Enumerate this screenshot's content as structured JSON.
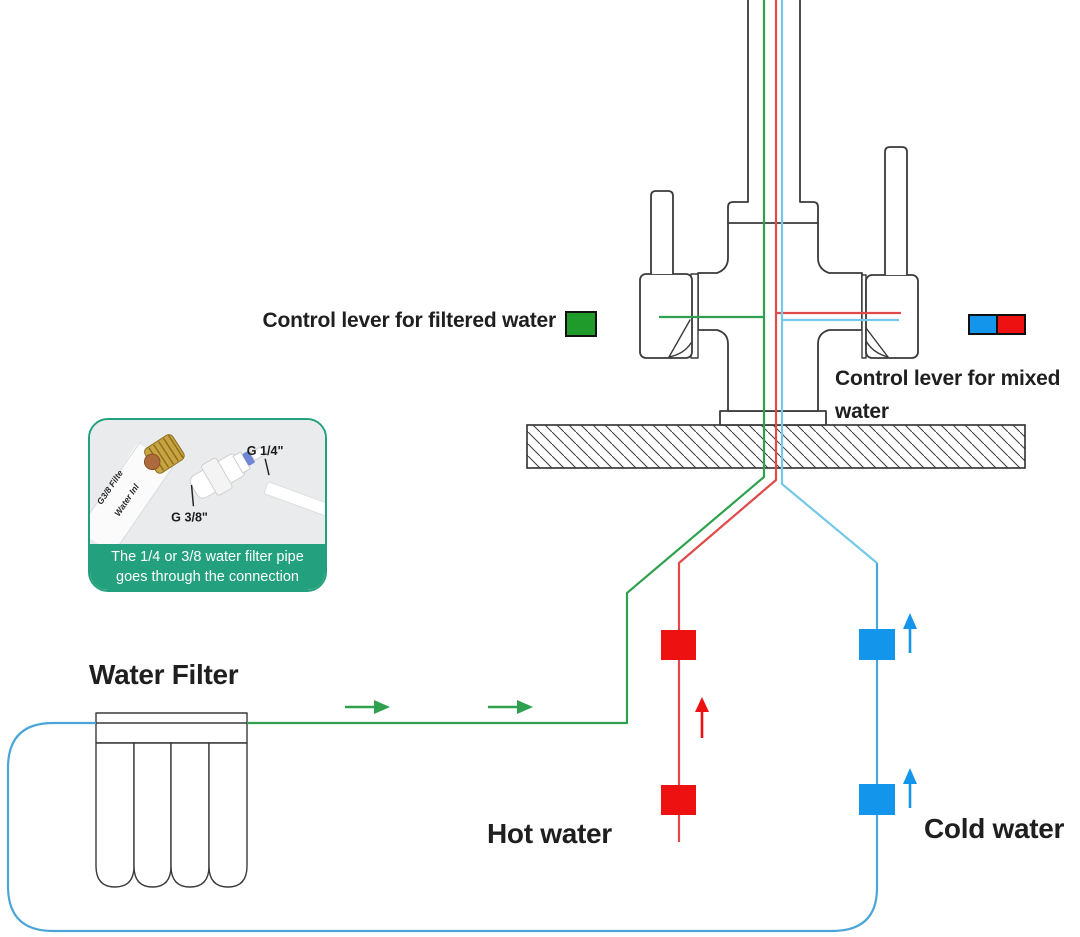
{
  "page": {
    "type": "plumbing-diagram",
    "subject": "Dual-handle filter faucet installation diagram"
  },
  "legend": {
    "filtered": {
      "label": "Control lever for filtered water",
      "swatch": "#1f9b2c"
    },
    "mixed": {
      "label": "Control lever for mixed water",
      "swatch_blue": "#1495ec",
      "swatch_red": "#ee1111"
    }
  },
  "labels": {
    "hot_water": "Hot water",
    "cold_water": "Cold water",
    "water_filter": "Water Filter"
  },
  "inset": {
    "g14_label": "G 1/4\"",
    "g38_label": "G 3/8\"",
    "tube_label_line1": "G3/8 Filte",
    "tube_label_line2": "Water Inl",
    "caption_line1": "The 1/4 or 3/8 water filter pipe",
    "caption_line2": "goes through the connection"
  },
  "colors": {
    "outline": "#3a3a3a",
    "text": "#1f1f1f",
    "green_pipe": "#2fa14e",
    "green_swatch": "#1f9b2c",
    "red_pipe": "#e04a4a",
    "red_accent": "#ee1111",
    "blue_pipe_light": "#74c8e8",
    "blue_pipe": "#4ba6d8",
    "blue_accent": "#1495ec",
    "teal_accent": "#23a07d",
    "photo_bg": "#e9ebec"
  }
}
